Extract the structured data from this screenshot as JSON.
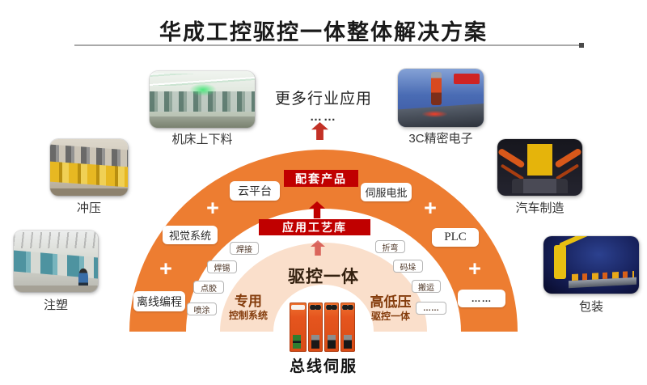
{
  "title": "华成工控驱控一体整体解决方案",
  "more_apps": {
    "label": "更多行业应用",
    "dots": "……"
  },
  "industries": {
    "machine_tool": "机床上下料",
    "stamping": "冲压",
    "injection": "注塑",
    "electronics": "3C精密电子",
    "automotive": "汽车制造",
    "packaging": "包装"
  },
  "arch": {
    "plus": "+",
    "outer": {
      "offline_programming": "离线编程",
      "vision_system": "视觉系统",
      "cloud_platform": "云平台",
      "supporting_products": "配套产品",
      "servo_screwdriver": "伺服电批",
      "plc": "PLC",
      "more": "……"
    },
    "process_library": "应用工艺库",
    "processes": {
      "welding": "焊接",
      "soldering": "焊锡",
      "dispensing": "点胶",
      "spraying": "喷涂",
      "bending": "折弯",
      "palletizing": "码垛",
      "handling": "搬运",
      "more": "……"
    },
    "core": "驱控一体",
    "dedicated_line1": "专用",
    "dedicated_line2": "控制系统",
    "hv_lv_line1": "高低压",
    "hv_lv_line2": "驱控一体",
    "base": "总线伺服"
  },
  "colors": {
    "band_orange": "#ED7D31",
    "band_pale": "#FADFCB",
    "accent_red": "#C00000",
    "text_brown": "#843C0C"
  }
}
